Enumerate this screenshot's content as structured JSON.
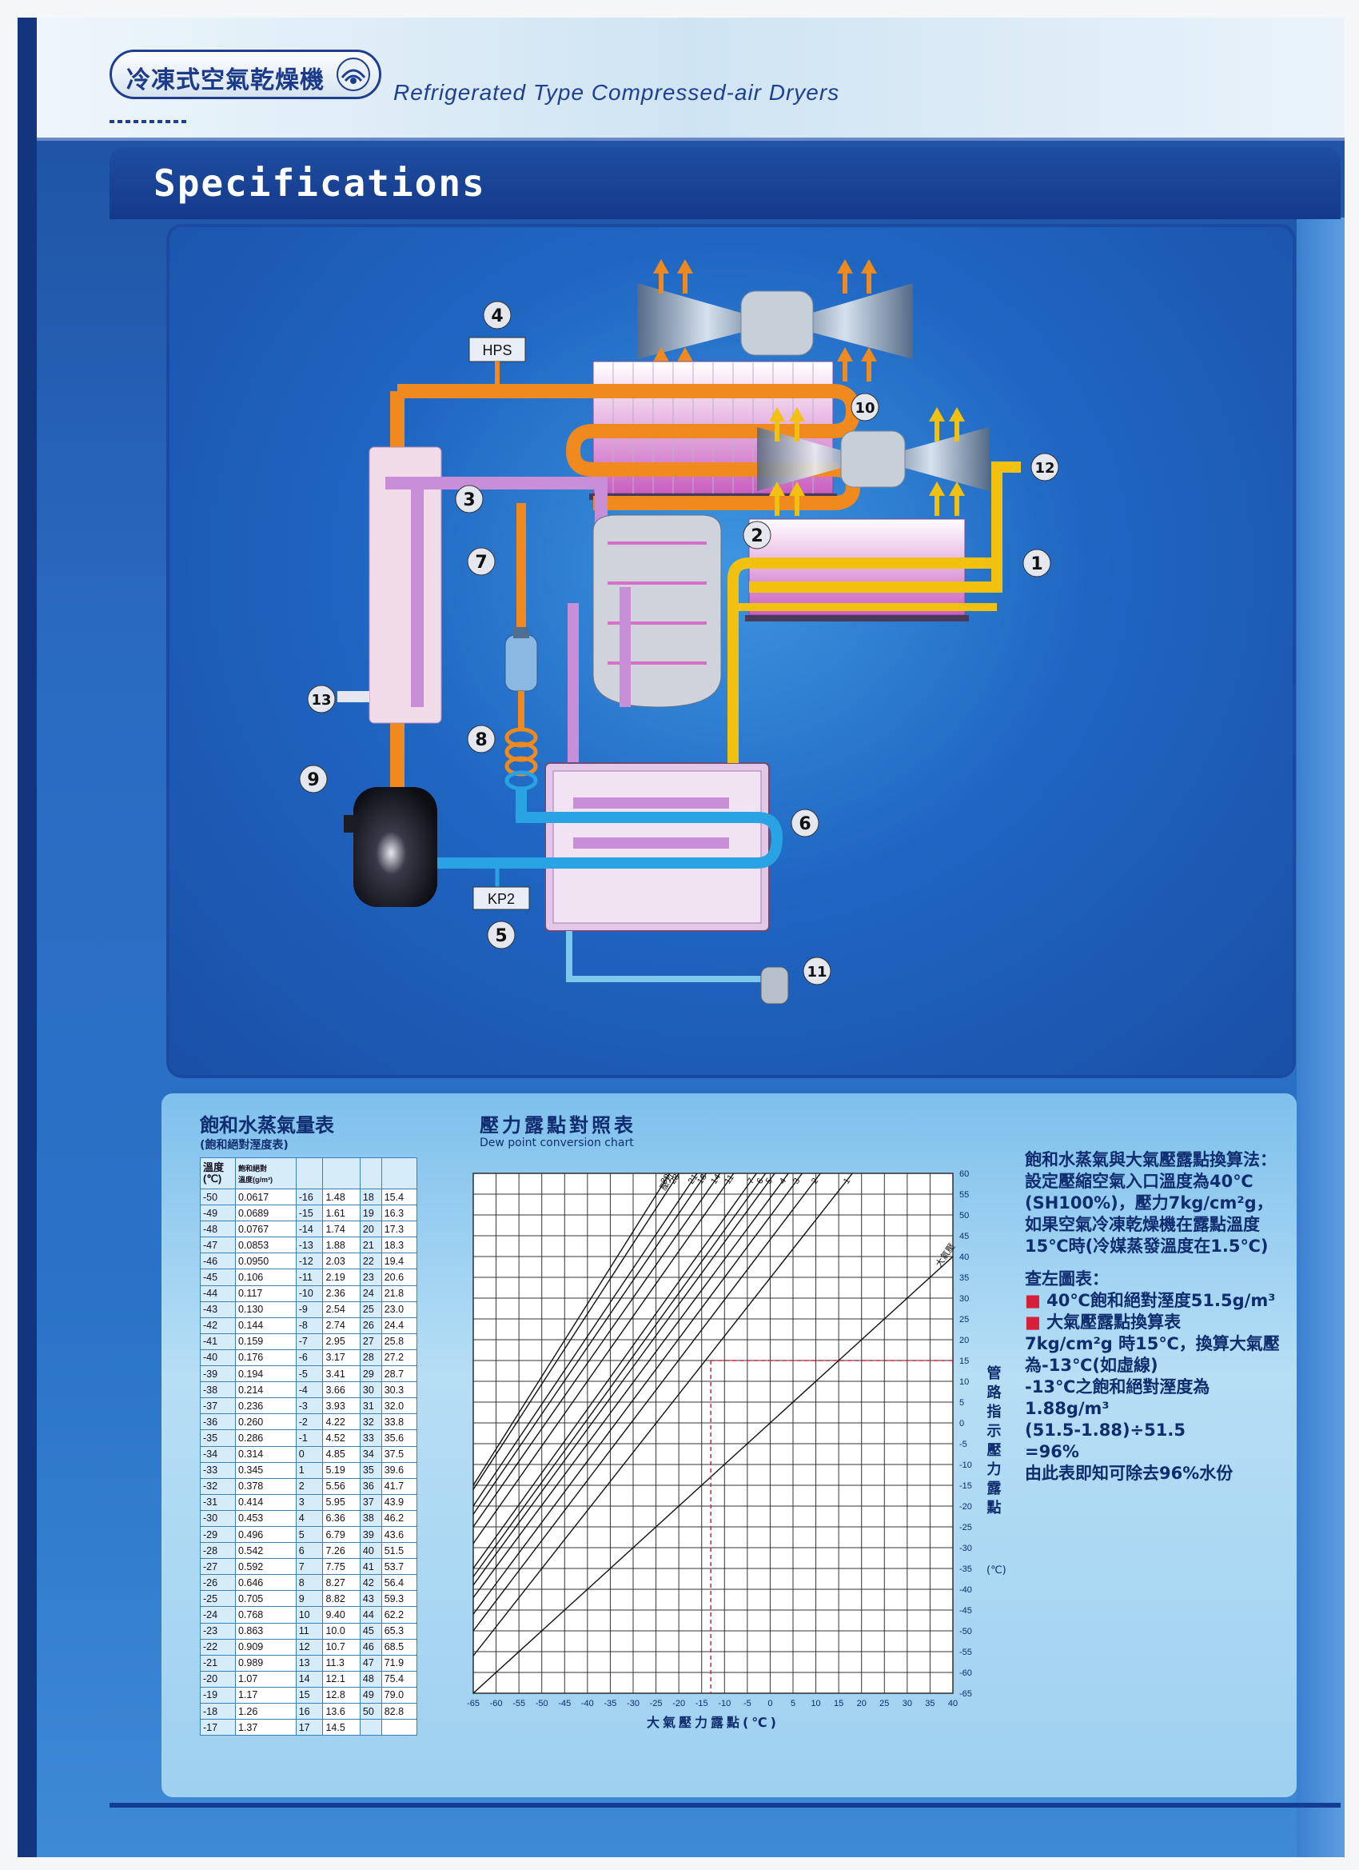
{
  "header": {
    "logo_text": "冷凍式空氣乾燥機",
    "subtitle": "Refrigerated Type Compressed-air Dryers"
  },
  "section_title": "Specifications",
  "diagram": {
    "labels": {
      "hps": "HPS",
      "kp2": "KP2"
    },
    "callouts": [
      "1",
      "2",
      "3",
      "4",
      "5",
      "6",
      "7",
      "8",
      "9",
      "10",
      "11",
      "12",
      "13"
    ]
  },
  "saturation_table": {
    "title": "飽和水蒸氣量表",
    "subtitle": "(飽和絕對溼度表)",
    "header_temp": "溫度",
    "header_temp_unit": "(℃)",
    "header_value": "飽和絕對",
    "header_value_unit": "溫度(g/m³)",
    "rows": [
      [
        "-50",
        "0.0617",
        "-16",
        "1.48",
        "18",
        "15.4"
      ],
      [
        "-49",
        "0.0689",
        "-15",
        "1.61",
        "19",
        "16.3"
      ],
      [
        "-48",
        "0.0767",
        "-14",
        "1.74",
        "20",
        "17.3"
      ],
      [
        "-47",
        "0.0853",
        "-13",
        "1.88",
        "21",
        "18.3"
      ],
      [
        "-46",
        "0.0950",
        "-12",
        "2.03",
        "22",
        "19.4"
      ],
      [
        "-45",
        "0.106",
        "-11",
        "2.19",
        "23",
        "20.6"
      ],
      [
        "-44",
        "0.117",
        "-10",
        "2.36",
        "24",
        "21.8"
      ],
      [
        "-43",
        "0.130",
        "-9",
        "2.54",
        "25",
        "23.0"
      ],
      [
        "-42",
        "0.144",
        "-8",
        "2.74",
        "26",
        "24.4"
      ],
      [
        "-41",
        "0.159",
        "-7",
        "2.95",
        "27",
        "25.8"
      ],
      [
        "-40",
        "0.176",
        "-6",
        "3.17",
        "28",
        "27.2"
      ],
      [
        "-39",
        "0.194",
        "-5",
        "3.41",
        "29",
        "28.7"
      ],
      [
        "-38",
        "0.214",
        "-4",
        "3.66",
        "30",
        "30.3"
      ],
      [
        "-37",
        "0.236",
        "-3",
        "3.93",
        "31",
        "32.0"
      ],
      [
        "-36",
        "0.260",
        "-2",
        "4.22",
        "32",
        "33.8"
      ],
      [
        "-35",
        "0.286",
        "-1",
        "4.52",
        "33",
        "35.6"
      ],
      [
        "-34",
        "0.314",
        "0",
        "4.85",
        "34",
        "37.5"
      ],
      [
        "-33",
        "0.345",
        "1",
        "5.19",
        "35",
        "39.6"
      ],
      [
        "-32",
        "0.378",
        "2",
        "5.56",
        "36",
        "41.7"
      ],
      [
        "-31",
        "0.414",
        "3",
        "5.95",
        "37",
        "43.9"
      ],
      [
        "-30",
        "0.453",
        "4",
        "6.36",
        "38",
        "46.2"
      ],
      [
        "-29",
        "0.496",
        "5",
        "6.79",
        "39",
        "43.6"
      ],
      [
        "-28",
        "0.542",
        "6",
        "7.26",
        "40",
        "51.5"
      ],
      [
        "-27",
        "0.592",
        "7",
        "7.75",
        "41",
        "53.7"
      ],
      [
        "-26",
        "0.646",
        "8",
        "8.27",
        "42",
        "56.4"
      ],
      [
        "-25",
        "0.705",
        "9",
        "8.82",
        "43",
        "59.3"
      ],
      [
        "-24",
        "0.768",
        "10",
        "9.40",
        "44",
        "62.2"
      ],
      [
        "-23",
        "0.863",
        "11",
        "10.0",
        "45",
        "65.3"
      ],
      [
        "-22",
        "0.909",
        "12",
        "10.7",
        "46",
        "68.5"
      ],
      [
        "-21",
        "0.989",
        "13",
        "11.3",
        "47",
        "71.9"
      ],
      [
        "-20",
        "1.07",
        "14",
        "12.1",
        "48",
        "75.4"
      ],
      [
        "-19",
        "1.17",
        "15",
        "12.8",
        "49",
        "79.0"
      ],
      [
        "-18",
        "1.26",
        "16",
        "13.6",
        "50",
        "82.8"
      ],
      [
        "-17",
        "1.37",
        "17",
        "14.5",
        "",
        ""
      ]
    ]
  },
  "chart_data": {
    "type": "line",
    "title": "壓力露點對照表",
    "subtitle": "Dew point conversion chart",
    "xlabel": "大氣壓力露點(℃)",
    "ylabel": "管路指示壓力露點",
    "ylabel_unit": "(℃)",
    "xlim": [
      -65,
      40
    ],
    "ylim": [
      -65,
      60
    ],
    "x_ticks": [
      -65,
      -60,
      -55,
      -50,
      -45,
      -40,
      -35,
      -30,
      -25,
      -20,
      -15,
      -10,
      -5,
      0,
      5,
      10,
      15,
      20,
      25,
      30,
      35,
      40
    ],
    "y_ticks": [
      60,
      55,
      50,
      45,
      40,
      35,
      30,
      25,
      20,
      15,
      10,
      5,
      0,
      -5,
      -10,
      -15,
      -20,
      -25,
      -30,
      -35,
      -40,
      -45,
      -50,
      -55,
      -60,
      -65
    ],
    "curve_group_label": "壓力",
    "series": [
      {
        "name": "30",
        "x": [
          -65,
          -22
        ],
        "y": [
          -15,
          60
        ]
      },
      {
        "name": "28",
        "x": [
          -65,
          -20
        ],
        "y": [
          -16,
          60
        ]
      },
      {
        "name": "21",
        "x": [
          -65,
          -16
        ],
        "y": [
          -20,
          60
        ]
      },
      {
        "name": "18",
        "x": [
          -65,
          -14
        ],
        "y": [
          -22,
          60
        ]
      },
      {
        "name": "14",
        "x": [
          -65,
          -11
        ],
        "y": [
          -25,
          60
        ]
      },
      {
        "name": "11",
        "x": [
          -65,
          -8
        ],
        "y": [
          -29,
          60
        ]
      },
      {
        "name": "7",
        "x": [
          -65,
          -3
        ],
        "y": [
          -35,
          60
        ]
      },
      {
        "name": "6",
        "x": [
          -65,
          -1
        ],
        "y": [
          -37,
          60
        ]
      },
      {
        "name": "5",
        "x": [
          -65,
          1
        ],
        "y": [
          -39,
          60
        ]
      },
      {
        "name": "4",
        "x": [
          -65,
          4
        ],
        "y": [
          -42,
          60
        ]
      },
      {
        "name": "3",
        "x": [
          -65,
          7
        ],
        "y": [
          -46,
          60
        ]
      },
      {
        "name": "2",
        "x": [
          -65,
          11
        ],
        "y": [
          -50,
          60
        ]
      },
      {
        "name": "1",
        "x": [
          -65,
          18
        ],
        "y": [
          -56,
          60
        ]
      },
      {
        "name": "大氣壓",
        "x": [
          -65,
          40
        ],
        "y": [
          -65,
          40
        ]
      }
    ],
    "reference": {
      "x": -13,
      "y": 15
    }
  },
  "notes": {
    "heading": "飽和水蒸氣與大氣壓露點換算法：",
    "paragraph": "設定壓縮空氣入口溫度為40℃(SH100%)，壓力7kg/cm²g，如果空氣冷凍乾燥機在露點溫度15℃時(冷媒蒸發溫度在1.5℃)",
    "check_heading": "查左圖表：",
    "bullet1": "40℃飽和絕對溼度51.5g/m³",
    "bullet2": "大氣壓露點換算表",
    "bullet2_body": "7kg/cm²g 時15℃，換算大氣壓為-13℃(如虛線)",
    "line1": "-13℃之飽和絕對溼度為1.88g/m³",
    "line2": "(51.5-1.88)÷51.5",
    "line3": "=96%",
    "line4": "由此表即知可除去96%水份"
  },
  "colors": {
    "hot_refrigerant": "#f08a1e",
    "cold_refrigerant": "#29a3e3",
    "air_pipe": "#c98ed8",
    "inlet_air": "#f2c10f",
    "panel_blue": "#1f66c2"
  }
}
